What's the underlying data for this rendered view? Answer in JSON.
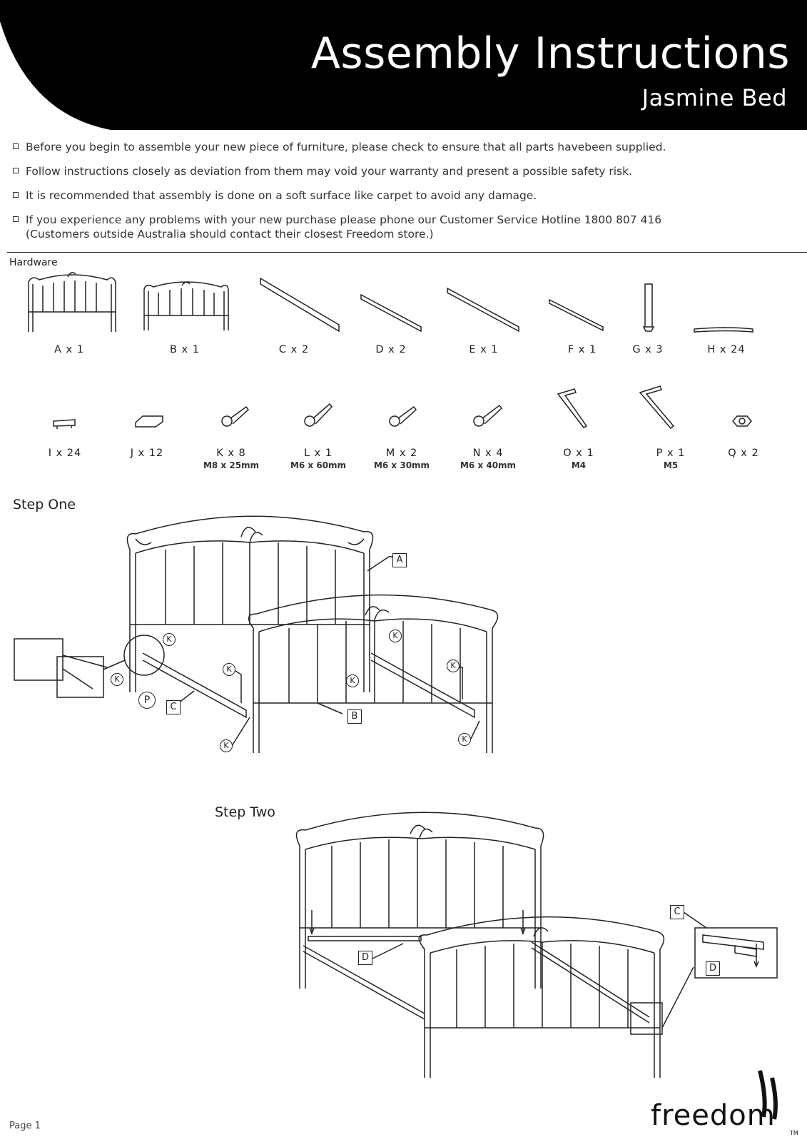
{
  "header": {
    "title": "Assembly Instructions",
    "subtitle": "Jasmine Bed"
  },
  "notes": [
    "Before you begin to assemble your new piece of furniture, please check to ensure that all parts havebeen supplied.",
    "Follow instructions closely as deviation from them may void your warranty and present a possible safety risk.",
    "It is recommended that assembly is done on a soft surface like carpet to avoid any damage.",
    "If you experience any problems with your new purchase please phone our Customer Service Hotline 1800 807 416 (Customers outside Australia should contact their closest Freedom store.)"
  ],
  "hardware": {
    "label": "Hardware",
    "parts_row1": [
      {
        "label": "A x 1"
      },
      {
        "label": "B x 1"
      },
      {
        "label": "C x 2"
      },
      {
        "label": "D x 2"
      },
      {
        "label": "E x  1"
      },
      {
        "label": "F x  1"
      },
      {
        "label": "G x 3"
      },
      {
        "label": "H x  24"
      }
    ],
    "parts_row2": [
      {
        "label": "I x 24",
        "spec": ""
      },
      {
        "label": "J x 12",
        "spec": ""
      },
      {
        "label": "K x 8",
        "spec": "M8 x 25mm"
      },
      {
        "label": "L x 1",
        "spec": "M6 x 60mm"
      },
      {
        "label": "M x 2",
        "spec": "M6 x 30mm"
      },
      {
        "label": "N x 4",
        "spec": "M6 x 40mm"
      },
      {
        "label": "O x 1",
        "spec": "M4"
      },
      {
        "label": "P x 1",
        "spec": "M5"
      },
      {
        "label": "Q x 2",
        "spec": ""
      }
    ]
  },
  "step_one": {
    "title": "Step One",
    "callouts": {
      "a": "A",
      "b": "B",
      "c": "C",
      "k": "K",
      "p": "P"
    }
  },
  "step_two": {
    "title": "Step Two",
    "callouts": {
      "c": "C",
      "d": "D"
    }
  },
  "footer": {
    "page": "Page 1",
    "brand": "freedom",
    "tm": "TM"
  },
  "colors": {
    "header_bg": "#000000",
    "header_text": "#ffffff"
  }
}
